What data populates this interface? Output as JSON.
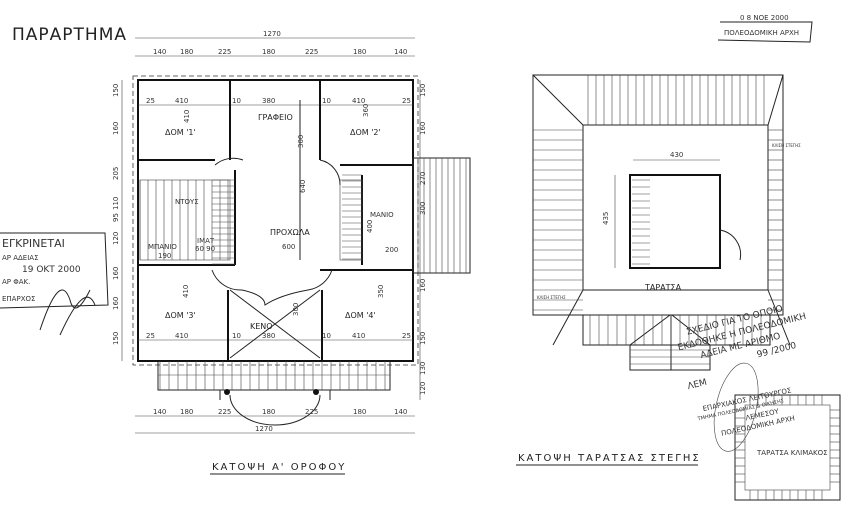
{
  "sheet_label": "ΠΑΡΑΡΤΗΜΑ",
  "first_floor": {
    "title": "ΚΑΤΟΨΗ Α' ΟΡΟΦΟΥ",
    "total_width": "1270",
    "top_dims": [
      "140",
      "180",
      "225",
      "180",
      "225",
      "180",
      "140"
    ],
    "bottom_dims": [
      "140",
      "180",
      "225",
      "180",
      "225",
      "180",
      "140"
    ],
    "left_dims": [
      "150",
      "160",
      "205",
      "110",
      "95",
      "120",
      "160",
      "160",
      "150"
    ],
    "right_dims": [
      "150",
      "160",
      "270",
      "300",
      "160",
      "150",
      "130",
      "120"
    ],
    "rooms": {
      "bed1": "ΔΟΜ '1'",
      "office": "ΓΡΑΦΕΙΟ",
      "bed2": "ΔΟΜ '2'",
      "hall": "ΠΡΟΧΩΛΑ",
      "hall_width": "600",
      "hall_length": "640",
      "shower": "ΝΤΟΥΣ",
      "bath": "ΜΠΑΝΙΟ",
      "bath_dim": "190",
      "closet": "ΙΜΑΤ",
      "closet_dims": "60 90",
      "bath2": "ΜΑΝΙΟ",
      "bed3": "ΔΟΜ '3'",
      "bed4": "ΔΟΜ '4'",
      "void": "ΚΕΝΟ"
    },
    "inner_dims_top": [
      "25",
      "410",
      "10",
      "380",
      "10",
      "410",
      "25"
    ],
    "inner_dims_bottom": [
      "25",
      "410",
      "10",
      "380",
      "10",
      "410",
      "25"
    ],
    "room_heights": {
      "bed1": "410",
      "office": "300",
      "bed2": "360",
      "void": "300",
      "bed4": "350",
      "bed3": "410",
      "b2": "200",
      "b3": "400"
    }
  },
  "roof_plan": {
    "title": "ΚΑΤΟΨΗ ΤΑΡΑΤΣΑΣ ΣΤΕΓΗΣ",
    "terrace_label": "ΤΑΡΑΤΣΑ",
    "width": "430",
    "depth": "435",
    "slope_label": "ΚΛΙΣΗ ΣΤΕΓΗΣ",
    "stair_roof_label": "ΤΑΡΑΤΣΑ ΚΛΙΜΑΚΟΣ"
  },
  "stamps": {
    "approval": {
      "title": "ΕΓΚΡΙΝΕΤΑΙ",
      "permit_label": "ΑΡ ΑΔΕΙΑΣ",
      "date": "19 ΟΚΤ 2000",
      "file_label": "ΑΡ ΦΑΚ.",
      "officer_label": "ΕΠΑΡΧΟΣ"
    },
    "top_right": {
      "date": "0 8 ΝΟΕ 2000",
      "authority": "ΠΟΛΕΟΔΟΜΙΚΗ ΑΡΧΗ"
    },
    "permit_plan": {
      "line1": "ΣΧΕΔΙΟ ΓΙΑ ΤΟ ΟΠΟΙΟ",
      "line2": "ΕΚΔΟΘΗΚΕ Η ΠΟΛΕΟΔΟΜΙΚΗ",
      "line3": "ΑΔΕΙΑ ΜΕ ΑΡΙΘΜΟ",
      "number": "99 /2000",
      "district": "ΛΕΜ"
    },
    "district_officer": {
      "line1": "ΕΠΑΡΧΙΑΚΟΣ ΛΕΙΤΟΥΡΓΟΣ",
      "line2": "ΤΜΗΜΑ ΠΟΛΕΟΔΟΜΙΑΣ & ΟΙΚΗΣΗΣ",
      "line3": "ΛΕΜΕΣΟΥ",
      "line4": "ΠΟΛΕΟΔΟΜΙΚΗ ΑΡΧΗ"
    }
  }
}
